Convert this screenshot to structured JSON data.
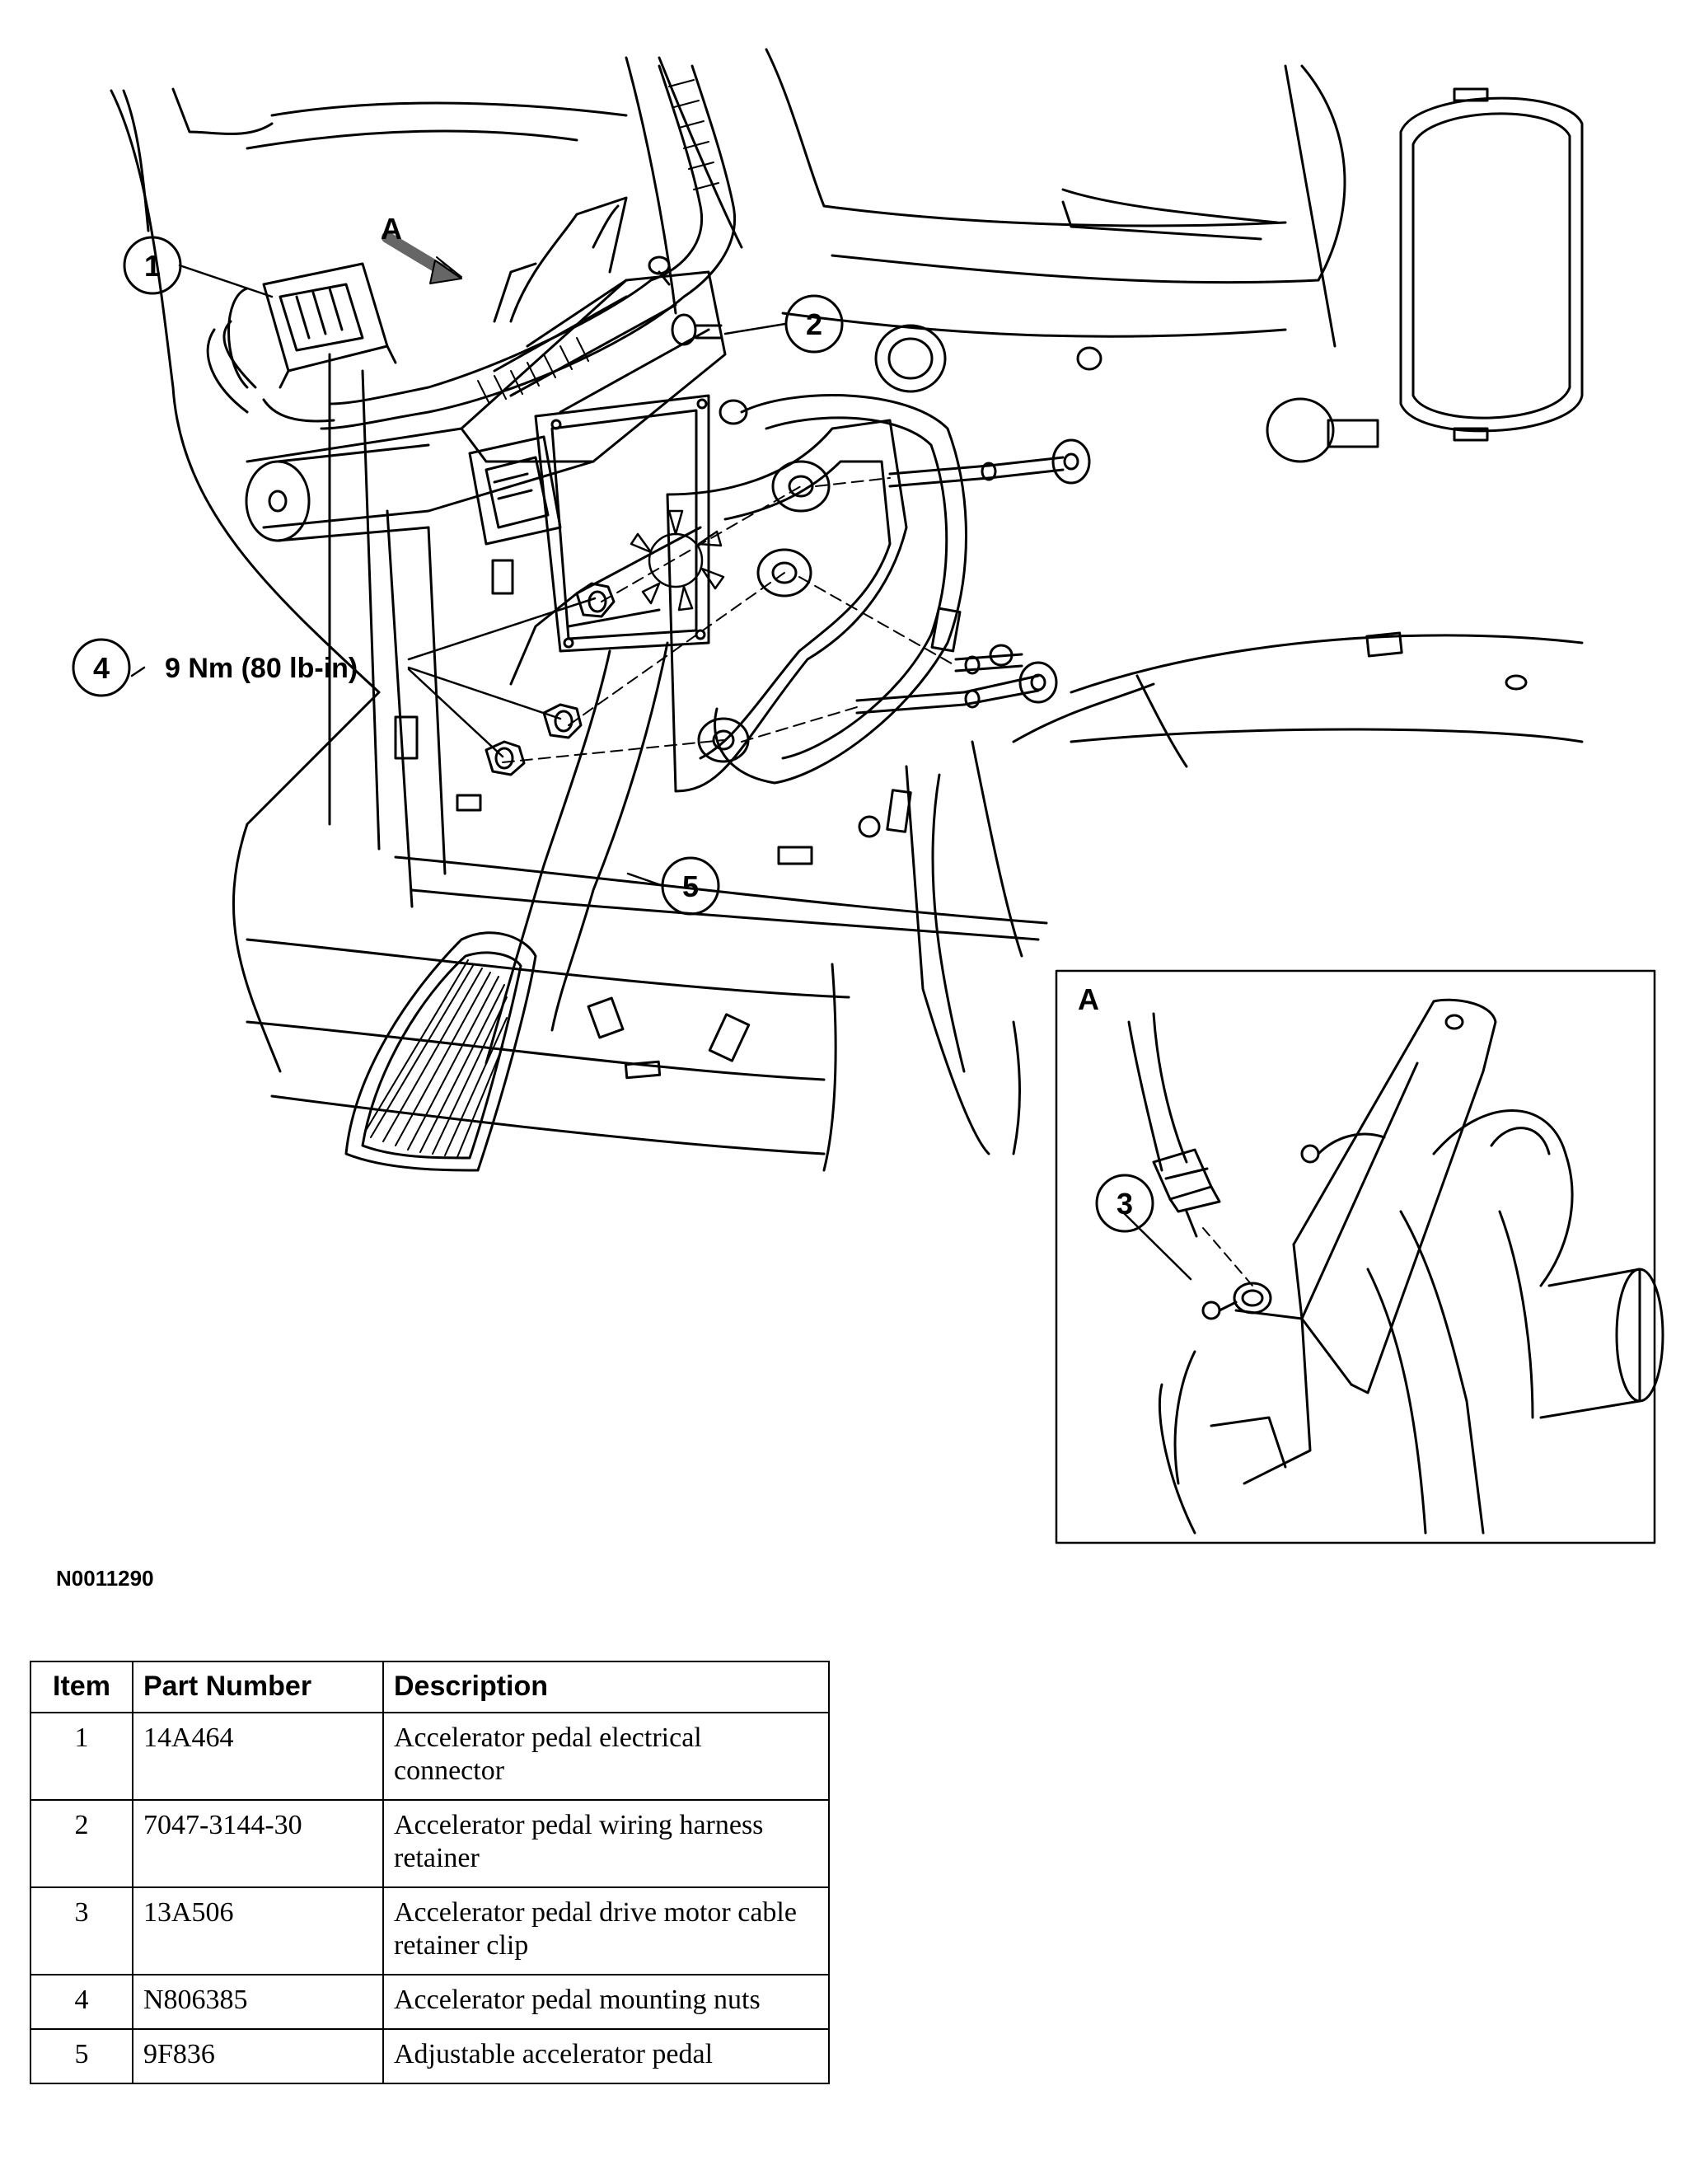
{
  "callouts": [
    "1",
    "2",
    "3",
    "4",
    "5"
  ],
  "torque_spec": "9 Nm (80 lb-in)",
  "view_arrow_label": "A",
  "detail_view_label": "A",
  "figure_id": "N0011290",
  "table": {
    "headers": {
      "item": "Item",
      "part_number": "Part Number",
      "description": "Description"
    },
    "rows": [
      {
        "item": "1",
        "part_number": "14A464",
        "description": "Accelerator pedal electrical connector"
      },
      {
        "item": "2",
        "part_number": "7047-3144-30",
        "description": "Accelerator pedal wiring harness retainer"
      },
      {
        "item": "3",
        "part_number": "13A506",
        "description": "Accelerator pedal drive motor cable retainer clip"
      },
      {
        "item": "4",
        "part_number": "N806385",
        "description": "Accelerator pedal mounting nuts"
      },
      {
        "item": "5",
        "part_number": "9F836",
        "description": "Adjustable accelerator pedal"
      }
    ]
  }
}
